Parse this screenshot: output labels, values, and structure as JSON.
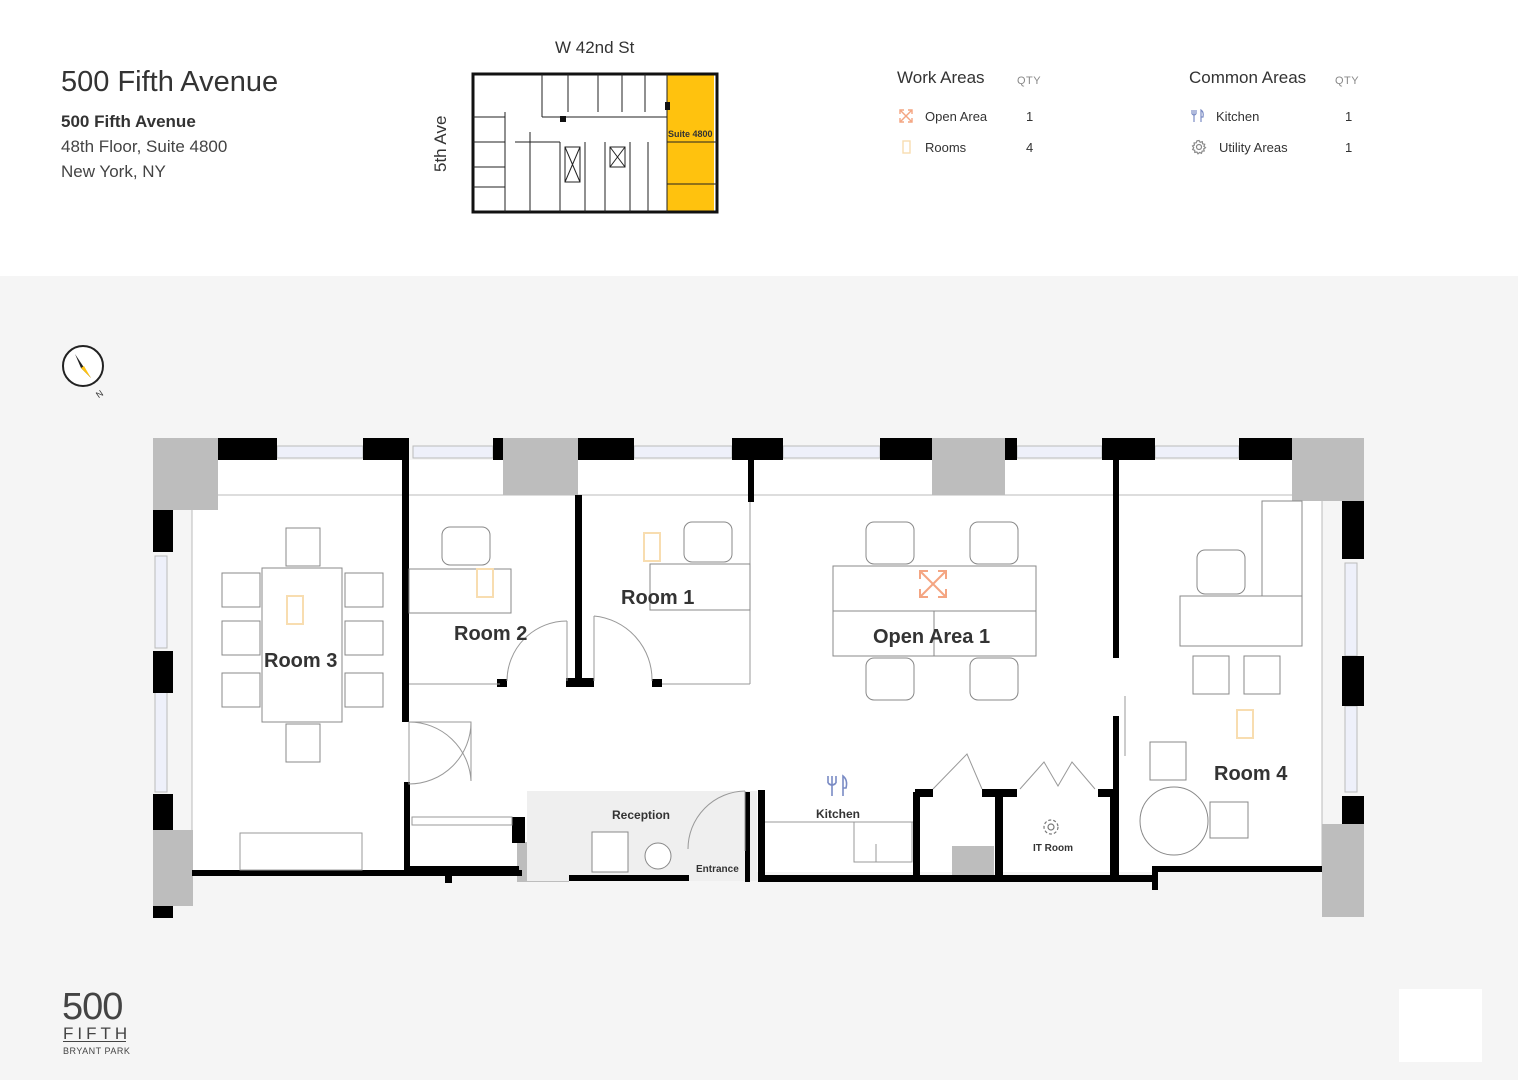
{
  "building": {
    "title": "500 Fifth Avenue",
    "name": "500 Fifth Avenue",
    "floor_suite": "48th Floor, Suite 4800",
    "city": "New York, NY"
  },
  "keyplan": {
    "street_top": "W 42nd St",
    "street_left": "5th Ave",
    "suite_label": "Suite 4800",
    "highlight_color": "#FFC20E"
  },
  "legend": {
    "qty_label": "QTY",
    "work": {
      "heading": "Work Areas",
      "items": [
        {
          "label": "Open Area",
          "qty": "1",
          "icon": "open-area-icon",
          "color": "#F4A582"
        },
        {
          "label": "Rooms",
          "qty": "4",
          "icon": "door-icon",
          "color": "#F8DDB0"
        }
      ]
    },
    "common": {
      "heading": "Common Areas",
      "items": [
        {
          "label": "Kitchen",
          "qty": "1",
          "icon": "utensils-icon",
          "color": "#7A8BC4"
        },
        {
          "label": "Utility Areas",
          "qty": "1",
          "icon": "gear-icon",
          "color": "#888888"
        }
      ]
    }
  },
  "compass": {
    "label": "N"
  },
  "rooms": {
    "room3": "Room 3",
    "room2": "Room 2",
    "room1": "Room 1",
    "open1": "Open Area 1",
    "room4": "Room 4",
    "reception": "Reception",
    "entrance": "Entrance",
    "kitchen": "Kitchen",
    "it_room": "IT Room"
  },
  "logo": {
    "number": "500",
    "word": "FIFTH",
    "tagline": "BRYANT PARK"
  }
}
